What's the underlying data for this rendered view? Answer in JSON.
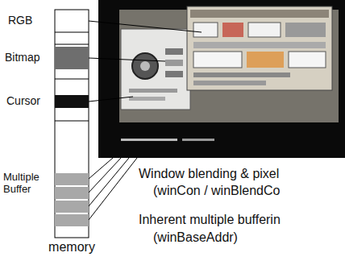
{
  "diagram": {
    "nodes": [
      {
        "text": [
          "memory"
        ]
      }
    ],
    "labels": [
      "RGB",
      "Bitmap",
      "Cursor",
      "Multiple Buffer",
      "Window blending & pixel",
      "(winCon / winBlendCo",
      "Inherent multiple bufferin",
      "(winBaseAddr)"
    ]
  }
}
